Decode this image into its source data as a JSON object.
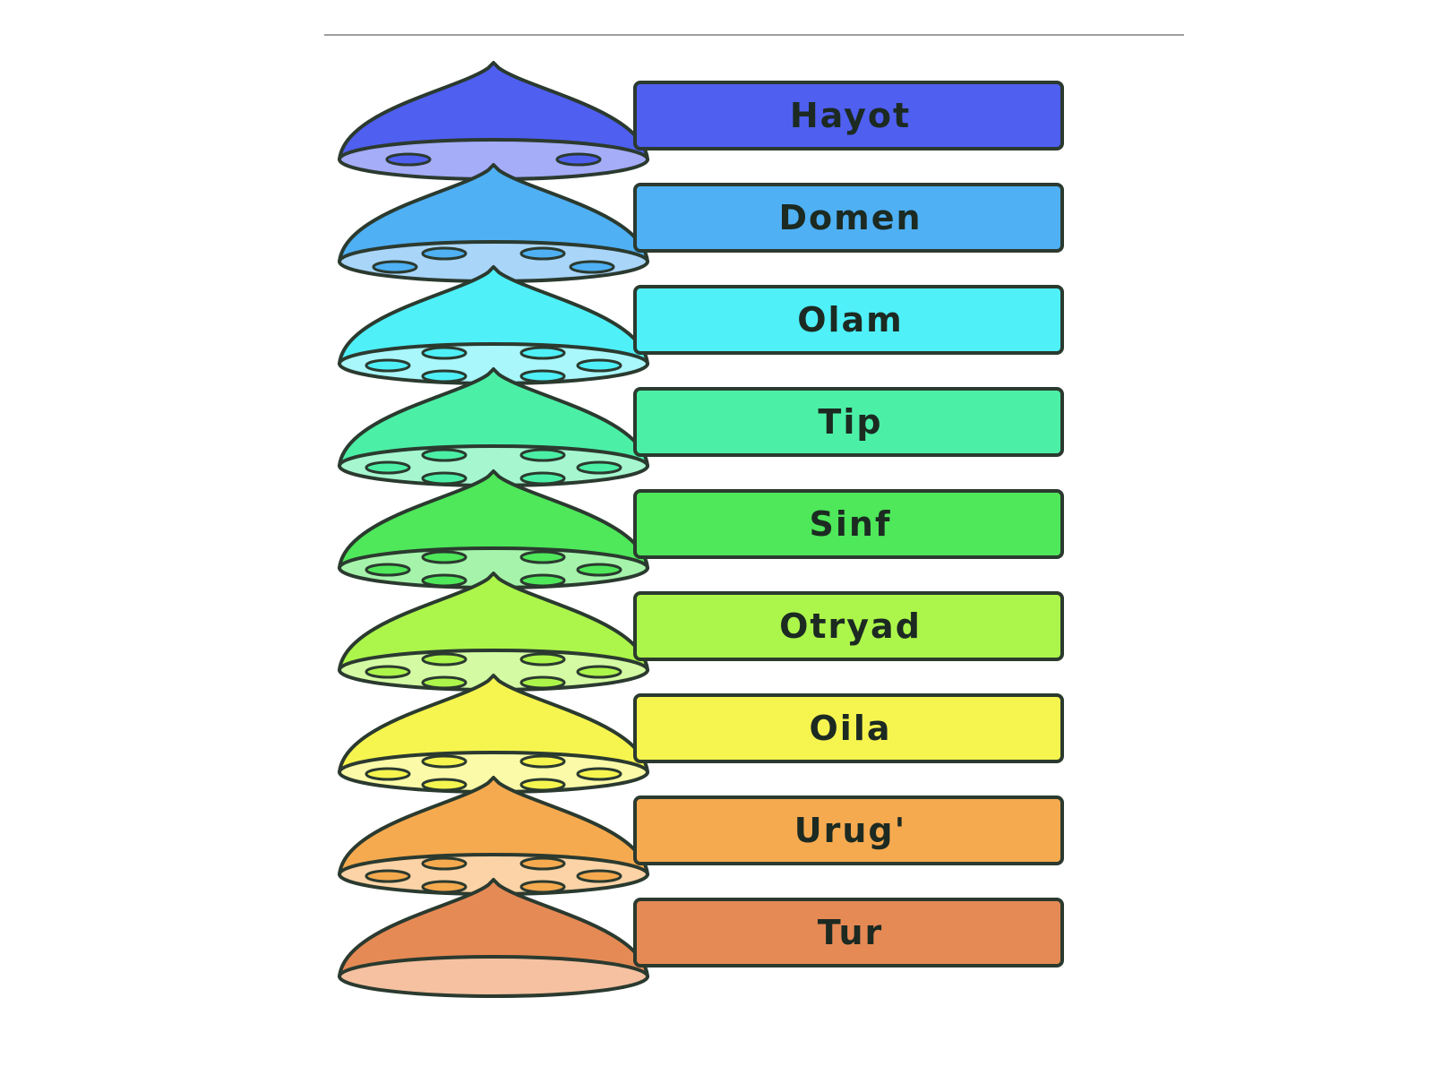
{
  "diagram": {
    "ranks": [
      {
        "label": "Hayot",
        "fill": "#4f5ff0",
        "base": "#a5acf8",
        "bubbles": 2
      },
      {
        "label": "Domen",
        "fill": "#4fb0f4",
        "base": "#a9d5f9",
        "bubbles": 4
      },
      {
        "label": "Olam",
        "fill": "#4ff0f8",
        "base": "#a9f6fb",
        "bubbles": 6
      },
      {
        "label": "Tip",
        "fill": "#4bf0a6",
        "base": "#a6f7d0",
        "bubbles": 6
      },
      {
        "label": "Sinf",
        "fill": "#4ee85a",
        "base": "#a6f4ac",
        "bubbles": 6
      },
      {
        "label": "Otryad",
        "fill": "#acf54b",
        "base": "#d4fba4",
        "bubbles": 6
      },
      {
        "label": "Oila",
        "fill": "#f6f54f",
        "base": "#fafaa8",
        "bubbles": 6
      },
      {
        "label": "Urug'",
        "fill": "#f6aa4f",
        "base": "#fbd3a6",
        "bubbles": 6
      },
      {
        "label": "Tur",
        "fill": "#e68a55",
        "base": "#f5c1a1",
        "bubbles": 0
      }
    ],
    "outline": "#2b3a2f"
  }
}
